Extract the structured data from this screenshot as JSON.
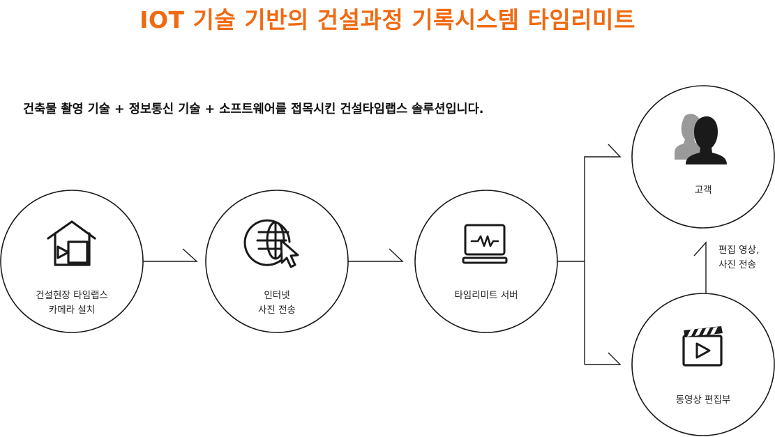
{
  "title": "IOT 기술 기반의 건설과정 기록시스템 타임리미트",
  "subtitle": "건축물 촬영 기술 + 정보통신 기술 + 소프트웨어를 접목시킨 건설타임랩스 솔루션입니다.",
  "nodes": {
    "camera": {
      "label": "건설현장 타임랩스\n카메라 설치",
      "icon": "home-camera-icon"
    },
    "internet": {
      "label": "인터넷\n사진 전송",
      "icon": "globe-cursor-icon"
    },
    "server": {
      "label": "타임리미트 서버",
      "icon": "monitor-icon"
    },
    "customer": {
      "label": "고객",
      "icon": "users-icon"
    },
    "editing": {
      "label": "동영상 편집부",
      "icon": "video-clapper-icon"
    }
  },
  "edges": {
    "editing_to_customer": "편집 영상,\n사진 전송"
  },
  "colors": {
    "accent": "#ef6a11",
    "line": "#1a1a1a",
    "icon": "#1a1a1a",
    "user_back": "#9a9a9a"
  }
}
